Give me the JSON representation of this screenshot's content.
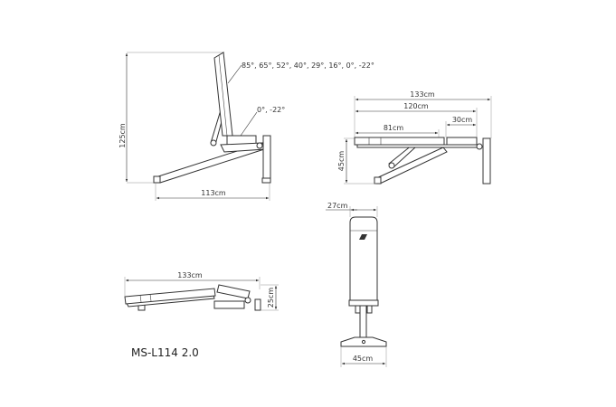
{
  "side_view": {
    "height_label": "125cm",
    "length_label": "113cm",
    "backrest_angles": "85°, 65°, 52°, 40°, 29°, 16°, 0°, -22°",
    "seat_angles": "0°, -22°"
  },
  "flat_view": {
    "total_length_label": "133cm",
    "pad_length_label": "120cm",
    "seat_length_label": "30cm",
    "back_length_label": "81cm",
    "height_label": "45cm"
  },
  "folded_view": {
    "length_label": "133cm",
    "height_label": "25cm"
  },
  "front_view": {
    "pad_width_label": "27cm",
    "base_width_label": "45cm"
  },
  "model_name": "MS-L114 2.0"
}
